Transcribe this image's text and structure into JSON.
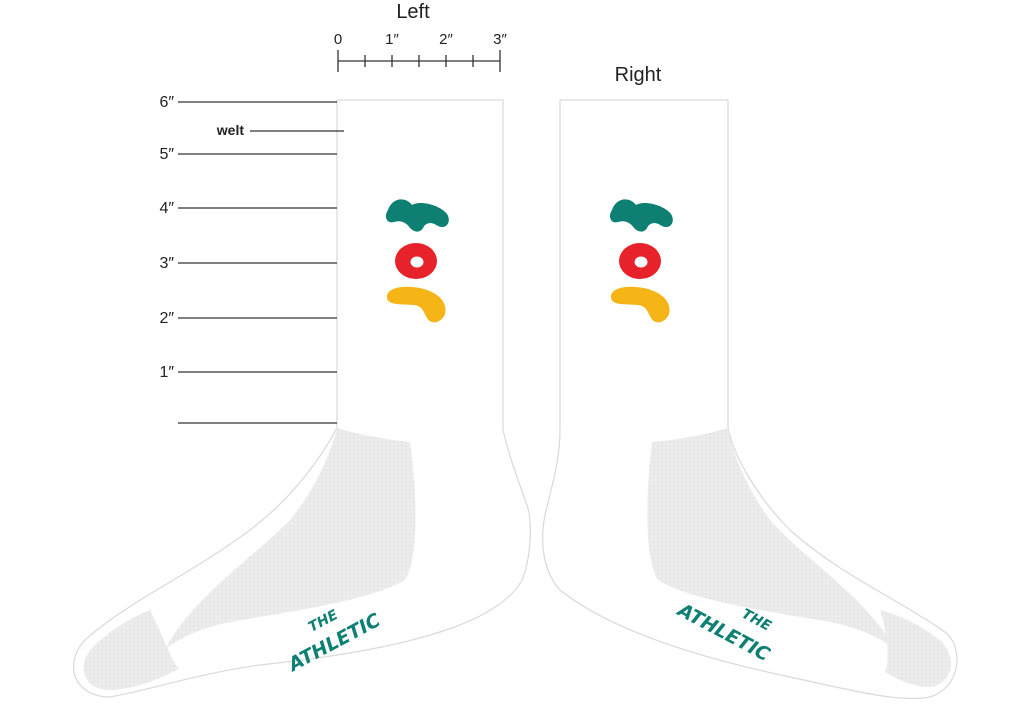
{
  "labels": {
    "left": "Left",
    "right": "Right",
    "welt": "welt"
  },
  "ruler_top": {
    "ticks": [
      "0",
      "1″",
      "2″",
      "3″"
    ]
  },
  "ruler_side": {
    "ticks": [
      "6″",
      "5″",
      "4″",
      "3″",
      "2″",
      "1″"
    ]
  },
  "brand": {
    "line1": "THE",
    "line2": "ATHLETIC"
  },
  "colors": {
    "sock_outline": "#d9d9d9",
    "mesh": "#ededed",
    "logo_teal": "#0d7f73",
    "logo_red": "#e8222b",
    "logo_yellow": "#f6b417",
    "ruler": "#333333"
  }
}
